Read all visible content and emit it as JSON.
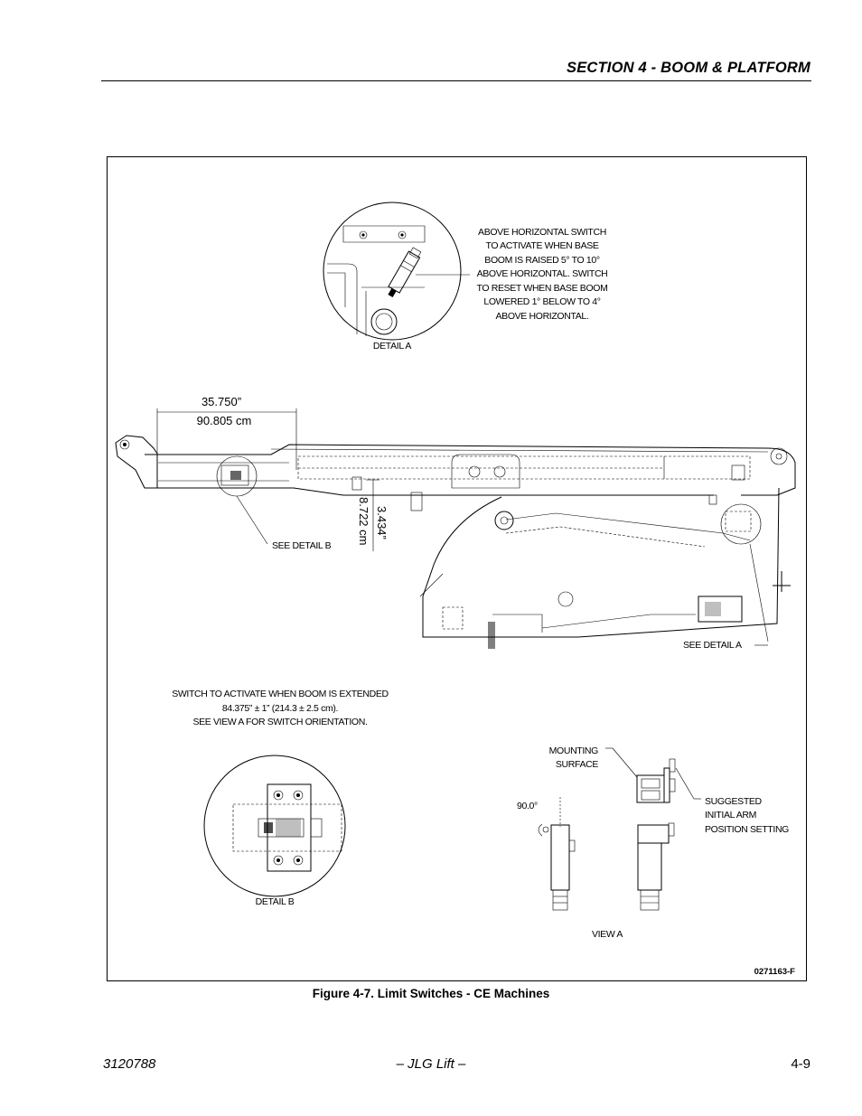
{
  "header": {
    "section_title": "SECTION 4 - BOOM & PLATFORM"
  },
  "figure": {
    "detail_a_note": [
      "ABOVE HORIZONTAL SWITCH",
      "TO ACTIVATE WHEN BASE",
      "BOOM IS RAISED 5° TO 10°",
      "ABOVE HORIZONTAL. SWITCH",
      "TO RESET WHEN BASE BOOM",
      "LOWERED 1° BELOW TO 4°",
      "ABOVE HORIZONTAL."
    ],
    "detail_a_label": "DETAIL A",
    "dim_horizontal_in": "35.750”",
    "dim_horizontal_cm": "90.805 cm",
    "dim_vertical_in": "3.434”",
    "dim_vertical_cm": "8.722 cm",
    "see_detail_b": "SEE DETAIL B",
    "see_detail_a": "SEE DETAIL A",
    "switch_note": [
      "SWITCH TO ACTIVATE WHEN BOOM IS EXTENDED",
      "84.375” ± 1” (214.3 ± 2.5 cm).",
      "SEE VIEW A FOR SWITCH ORIENTATION."
    ],
    "mounting_surface": [
      "MOUNTING",
      "SURFACE"
    ],
    "suggested_arm": [
      "SUGGESTED",
      "INITIAL ARM",
      "POSITION SETTING"
    ],
    "angle_label": "90.0°",
    "detail_b_label": "DETAIL B",
    "view_a_label": "VIEW A",
    "drawing_number": "0271163-F"
  },
  "caption": "Figure 4-7.  Limit Switches - CE Machines",
  "footer": {
    "doc_number": "3120788",
    "brand": "– JLG Lift –",
    "page": "4-9"
  }
}
